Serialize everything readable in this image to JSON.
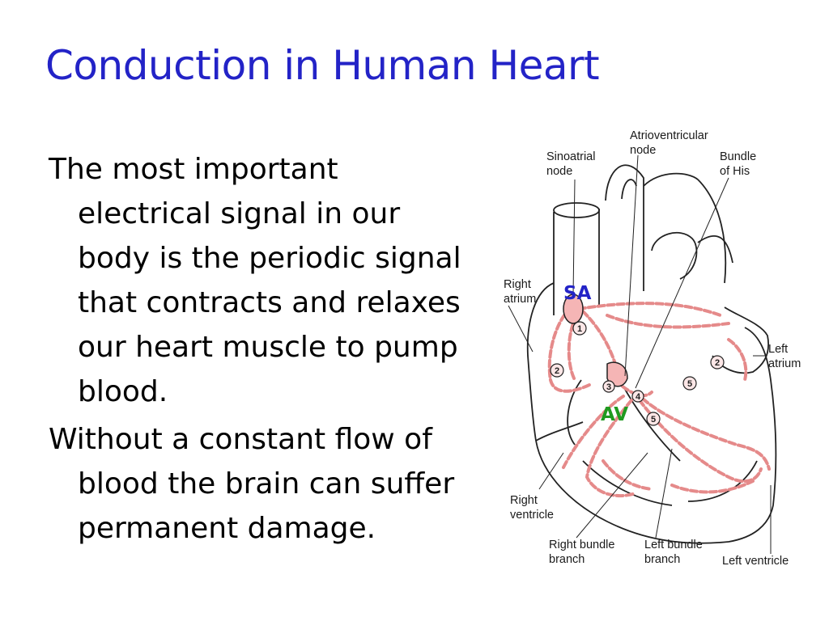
{
  "slide": {
    "title": "Conduction in Human Heart",
    "bullets": [
      "The most important electrical signal in our body is the periodic signal that contracts and relaxes our heart muscle to pump blood.",
      "Without a constant flow of blood the brain can suffer permanent damage."
    ]
  },
  "diagram": {
    "labels": {
      "sinoatrial_node": [
        "Sinoatrial",
        "node"
      ],
      "atrioventricular_node": [
        "Atrioventricular",
        "node"
      ],
      "bundle_of_his": [
        "Bundle",
        "of His"
      ],
      "right_atrium": [
        "Right",
        "atrium"
      ],
      "left_atrium": [
        "Left",
        "atrium"
      ],
      "right_ventricle": [
        "Right",
        "ventricle"
      ],
      "right_bundle_branch": [
        "Right bundle",
        "branch"
      ],
      "left_bundle_branch": [
        "Left bundle",
        "branch"
      ],
      "left_ventricle": [
        "Left ventricle"
      ]
    },
    "annotations": {
      "sa": "SA",
      "av": "AV"
    },
    "sequence_markers": [
      "1",
      "2",
      "2",
      "3",
      "4",
      "5",
      "5"
    ],
    "colors": {
      "sa_annotation": "#2323c7",
      "av_annotation": "#1f9a1f",
      "conduction_path": "#e58a8a",
      "node_fill": "#f5b5b5",
      "outline": "#222222"
    }
  }
}
